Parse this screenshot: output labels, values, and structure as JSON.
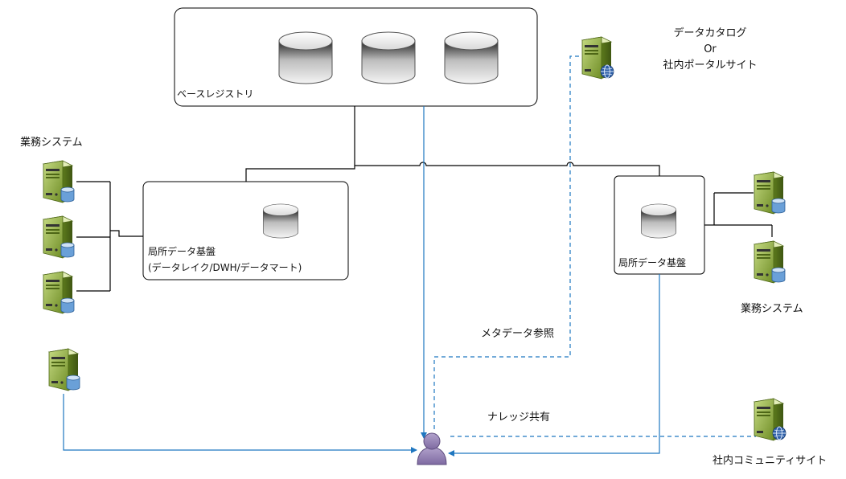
{
  "labels": {
    "base_registry": "ベースレジストリ",
    "business_system_left": "業務システム",
    "business_system_right": "業務システム",
    "local_platform_left_line1": "局所データ基盤",
    "local_platform_left_line2": "(データレイク/DWH/データマート)",
    "local_platform_right": "局所データ基盤",
    "catalog_line1": "データカタログ",
    "catalog_line2": "Or",
    "catalog_line3": "社内ポータルサイト",
    "metadata_ref": "メタデータ参照",
    "knowledge_share": "ナレッジ共有",
    "community_site": "社内コミュニティサイト"
  },
  "colors": {
    "box_border": "#000000",
    "connector": "#000000",
    "arrow": "#1f77c0",
    "server_green": "#6e8c2a",
    "server_light": "#b6cd6a",
    "user_purple": "#9a86b8",
    "globe_blue": "#2e5fa8"
  },
  "icons": {
    "database": "database-icon",
    "server_db": "server-database-icon",
    "server_web": "server-globe-icon",
    "user": "user-icon"
  }
}
